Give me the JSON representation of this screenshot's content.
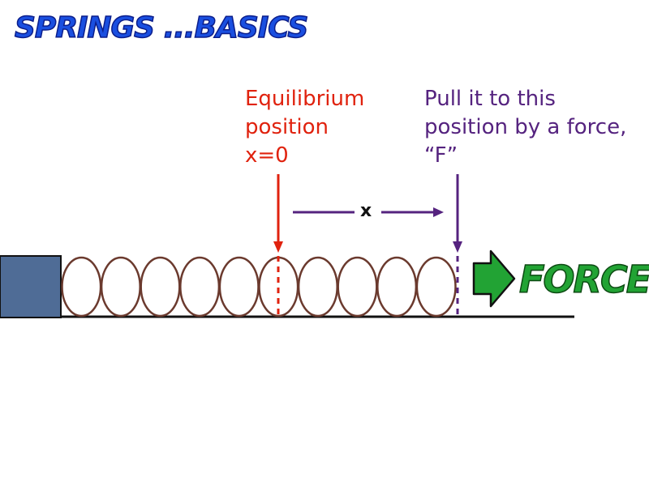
{
  "title": "Springs ...Basics",
  "equilibrium_label": [
    "Equilibrium",
    "position",
    "x=0"
  ],
  "pull_label": [
    "Pull it to this",
    "position by a force,",
    "“F”"
  ],
  "displacement_label": "x",
  "force_label": "Force",
  "colors": {
    "title": "#1a4fe0",
    "equilibrium": "#e0220e",
    "pull": "#55237f",
    "spring": "#6b3a2e",
    "block": "#4f6c96",
    "force": "#22a334"
  },
  "spring_coil_count": 10
}
